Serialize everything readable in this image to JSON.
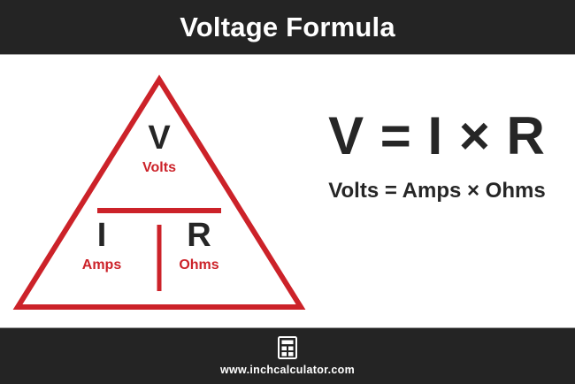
{
  "header": {
    "title": "Voltage Formula"
  },
  "triangle": {
    "accent_color": "#cc2229",
    "symbol_color": "#262626",
    "cells": [
      {
        "symbol": "V",
        "unit": "Volts",
        "position": "top"
      },
      {
        "symbol": "I",
        "unit": "Amps",
        "position": "bottom-left"
      },
      {
        "symbol": "R",
        "unit": "Ohms",
        "position": "bottom-right"
      }
    ]
  },
  "equation": {
    "main": "V = I × R",
    "sub": "Volts = Amps × Ohms"
  },
  "footer": {
    "logo_icon": "calculator-icon",
    "url": "www.inchcalculator.com",
    "background_color": "#242424"
  }
}
